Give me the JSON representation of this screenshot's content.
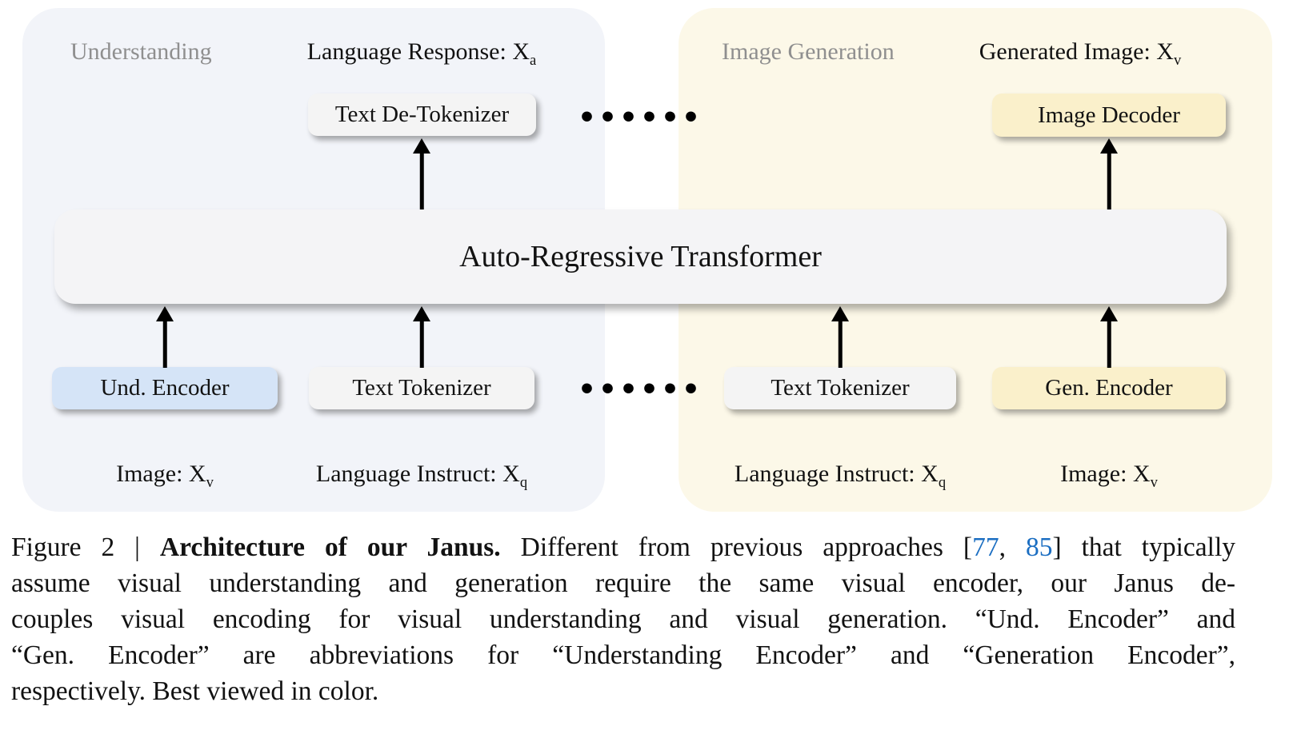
{
  "figure": {
    "dots": "••••••",
    "transformer_label": "Auto-Regressive Transformer",
    "left_panel": {
      "header": "Understanding",
      "output_label": {
        "text": "Language Response: X",
        "sub": "a"
      },
      "top_box": "Text De-Tokenizer",
      "bottom_boxes": [
        "Und. Encoder",
        "Text Tokenizer"
      ],
      "input_labels": [
        {
          "text": "Image: X",
          "sub": "v"
        },
        {
          "text": "Language Instruct: X",
          "sub": "q"
        }
      ]
    },
    "right_panel": {
      "header": "Image Generation",
      "output_label": {
        "text": "Generated Image: X",
        "sub": "v"
      },
      "top_box": "Image Decoder",
      "bottom_boxes": [
        "Text Tokenizer",
        "Gen. Encoder"
      ],
      "input_labels": [
        {
          "text": "Language Instruct: X",
          "sub": "q"
        },
        {
          "text": "Image: X",
          "sub": "v"
        }
      ]
    }
  },
  "colors": {
    "left_panel_bg": "#f2f4f9",
    "right_panel_bg": "#fcf8e8",
    "understanding_encoder_box": "#d5e4f7",
    "generation_box": "#faf0cb",
    "neutral_box": "#f4f4f4",
    "header_gray": "#8f8f8f",
    "citation_link_blue": "#1b6ec2"
  },
  "caption": {
    "lines": [
      {
        "justify": true,
        "segments": [
          {
            "text": "Figure 2 | ",
            "style": "normal"
          },
          {
            "text": "Architecture of our Janus.",
            "style": "bold"
          },
          {
            "text": " Different from previous approaches [",
            "style": "normal"
          },
          {
            "text": "77",
            "style": "cite"
          },
          {
            "text": ", ",
            "style": "normal"
          },
          {
            "text": "85",
            "style": "cite"
          },
          {
            "text": "] that typically",
            "style": "normal"
          }
        ]
      },
      {
        "justify": true,
        "segments": [
          {
            "text": "assume visual understanding and generation require the same visual encoder, our Janus de-",
            "style": "normal"
          }
        ]
      },
      {
        "justify": true,
        "segments": [
          {
            "text": "couples visual encoding for visual understanding and visual generation. “Und. Encoder” and",
            "style": "normal"
          }
        ]
      },
      {
        "justify": true,
        "segments": [
          {
            "text": "“Gen. Encoder” are abbreviations for “Understanding Encoder” and “Generation Encoder”,",
            "style": "normal"
          }
        ]
      },
      {
        "justify": false,
        "segments": [
          {
            "text": "respectively. Best viewed in color.",
            "style": "normal"
          }
        ]
      }
    ]
  }
}
